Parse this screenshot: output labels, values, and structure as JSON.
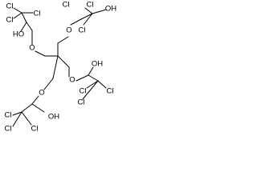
{
  "molecule": {
    "atoms": [
      {
        "id": "a1",
        "label": "Cl"
      },
      {
        "id": "a2",
        "label": "Cl"
      },
      {
        "id": "a3",
        "label": "Cl"
      },
      {
        "id": "a4",
        "label": "HO"
      },
      {
        "id": "a5",
        "label": "O"
      },
      {
        "id": "a6",
        "label": "Cl"
      },
      {
        "id": "a7",
        "label": "Cl"
      },
      {
        "id": "a8",
        "label": "Cl"
      },
      {
        "id": "a9",
        "label": "OH"
      },
      {
        "id": "a10",
        "label": "O"
      },
      {
        "id": "a11",
        "label": "OH"
      },
      {
        "id": "a12",
        "label": "O"
      },
      {
        "id": "a13",
        "label": "Cl"
      },
      {
        "id": "a14",
        "label": "Cl"
      },
      {
        "id": "a15",
        "label": "Cl"
      },
      {
        "id": "a16",
        "label": "O"
      },
      {
        "id": "a17",
        "label": "OH"
      },
      {
        "id": "a18",
        "label": "Cl"
      },
      {
        "id": "a19",
        "label": "Cl"
      },
      {
        "id": "a20",
        "label": "Cl"
      }
    ]
  },
  "colors": {
    "bond": "#000000",
    "text": "#000000",
    "background": "#ffffff"
  }
}
